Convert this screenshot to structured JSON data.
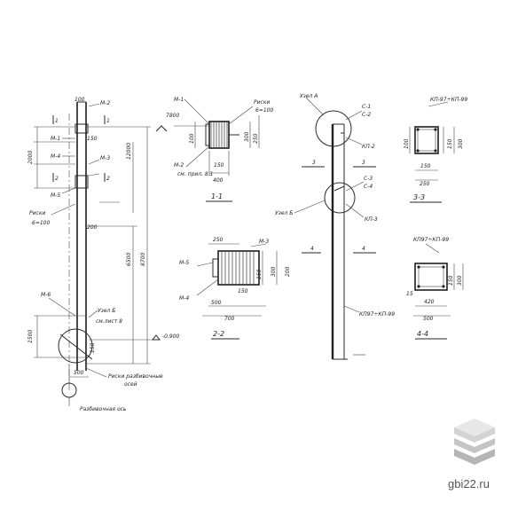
{
  "labels": {
    "m1": "M-1",
    "m2": "M-2",
    "m3": "M-3",
    "m4": "M-4",
    "m5": "M-5",
    "m6": "M-6",
    "riski": "Риски",
    "riski_step": "6=100",
    "riski_razb": "Риски разбивочные",
    "riski_razb2": "осей",
    "razb_os": "Разбивочная ось",
    "uzel_a": "Узел А",
    "uzel_b": "Узел Б",
    "sm_list": "см.лист 8",
    "sm_pril": "см. прил. 8.1",
    "kp97_99": "КП-97÷КП-99",
    "kp97_99b": "КП97÷КП-99",
    "kp2": "КП-2",
    "kp3": "КП-3",
    "s1": "С-1",
    "s2": "С-2",
    "s3": "С-3",
    "s4": "С-4",
    "sec11": "1-1",
    "sec22": "2-2",
    "sec33": "3-3",
    "sec44": "4-4",
    "n1": "1",
    "n2": "2",
    "n3": "3",
    "n4": "4",
    "elev": "-0.900",
    "n15": "15"
  },
  "dims": {
    "d100": "100",
    "d150": "150",
    "d200": "200",
    "d250": "250",
    "d300": "300",
    "d400": "400",
    "d420": "420",
    "d500": "500",
    "d700": "700",
    "d1500": "1500",
    "d2000": "2000",
    "d6500": "6500",
    "d7800": "7800",
    "d8700": "8700",
    "d12000": "12000"
  },
  "brand": {
    "site": "gbi22.ru",
    "logo": "stack-icon"
  },
  "colors": {
    "ink": "#1e1e1e",
    "paper": "#ffffff",
    "logo": "#c8c8c8"
  }
}
